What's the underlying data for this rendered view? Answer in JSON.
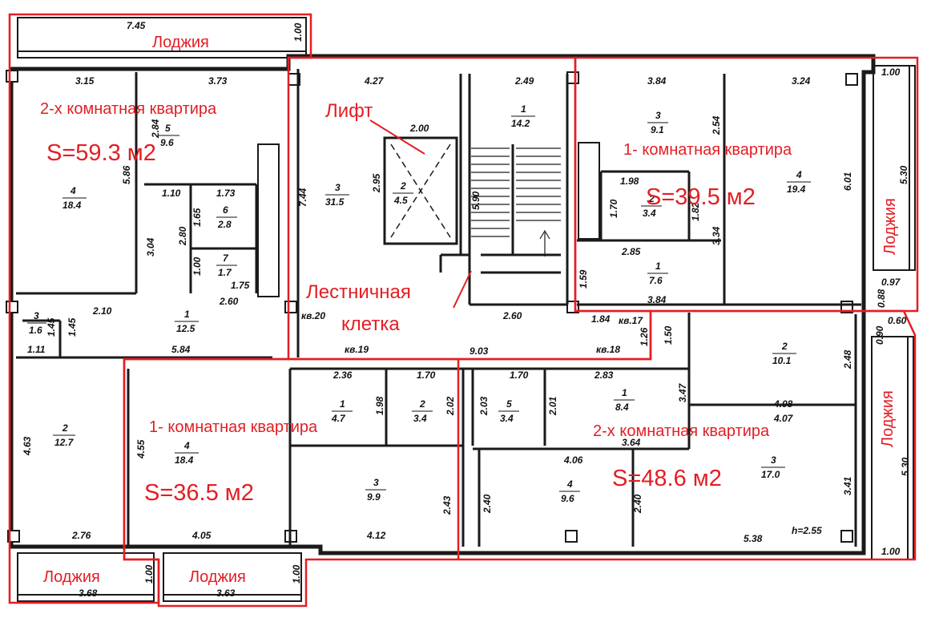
{
  "labels": {
    "apt2_nw": "2-х комнатная квартира",
    "apt1_ne": "1- комнатная квартира",
    "apt1_sw": "1- комнатная квартира",
    "apt2_se": "2-х комнатная квартира",
    "lift": "Лифт",
    "stair_1": "Лестничная",
    "stair_2": "клетка",
    "loggia": "Лоджия"
  },
  "areas": {
    "nw": "S=59.3 м2",
    "ne": "S=39.5 м2",
    "sw": "S=36.5 м2",
    "se": "S=48.6 м2"
  },
  "apartment_numbers": {
    "q17": "кв.17",
    "q18": "кв.18",
    "q19": "кв.19",
    "q20": "кв.20"
  },
  "ceiling_height": "h=2.55",
  "rooms": {
    "nw_5_n": "5",
    "nw_5_a": "9.6",
    "nw_4_n": "4",
    "nw_4_a": "18.4",
    "nw_6_n": "6",
    "nw_6_a": "2.8",
    "nw_7_n": "7",
    "nw_7_a": "1.7",
    "nw_3_n": "3",
    "nw_3_a": "1.6",
    "nw_1_n": "1",
    "nw_1_a": "12.5",
    "hall_3_n": "3",
    "hall_3_a": "31.5",
    "lift_2_n": "2",
    "lift_2_a": "4.5",
    "stair_1_n": "1",
    "stair_1_a": "14.2",
    "ne_3_n": "3",
    "ne_3_a": "9.1",
    "ne_4_n": "4",
    "ne_4_a": "19.4",
    "ne_2_n": "2",
    "ne_2_a": "3.4",
    "ne_1_n": "1",
    "ne_1_a": "7.6",
    "sw_2_n": "2",
    "sw_2_a": "12.7",
    "sw_4_n": "4",
    "sw_4_a": "18.4",
    "mid_1_n": "1",
    "mid_1_a": "4.7",
    "mid_2_n": "2",
    "mid_2_a": "3.4",
    "mid_3_n": "3",
    "mid_3_a": "9.9",
    "se_5_n": "5",
    "se_5_a": "3.4",
    "se_1_n": "1",
    "se_1_a": "8.4",
    "se_2_n": "2",
    "se_2_a": "10.1",
    "se_4_n": "4",
    "se_4_a": "9.6",
    "se_3_n": "3",
    "se_3_a": "17.0"
  },
  "dims": {
    "d745": "7.45",
    "d100a": "1.00",
    "d315": "3.15",
    "d373": "3.73",
    "d427": "4.27",
    "d249": "2.49",
    "d384a": "3.84",
    "d324": "3.24",
    "d100b": "1.00",
    "d284": "2.84",
    "d586": "5.86",
    "d110": "1.10",
    "d173": "1.73",
    "d165": "1.65",
    "d280": "2.80",
    "d304": "3.04",
    "d100c": "1.00",
    "d175": "1.75",
    "d260a": "2.60",
    "d210": "2.10",
    "d145a": "1.45",
    "d145b": "1.45",
    "d111": "1.11",
    "d584": "5.84",
    "d200": "2.00",
    "d295": "2.95",
    "d744": "7.44",
    "d590": "5.90",
    "d260b": "2.60",
    "d254": "2.54",
    "d198a": "1.98",
    "d170a": "1.70",
    "d182": "1.82",
    "d601": "6.01",
    "d530a": "5.30",
    "d334": "3.34",
    "d285": "2.85",
    "d159": "1.59",
    "d384b": "3.84",
    "d097": "0.97",
    "d088": "0.88",
    "d090": "0.90",
    "d060": "0.60",
    "d184": "1.84",
    "d903": "9.03",
    "d126": "1.26",
    "d150": "1.50",
    "d248": "2.48",
    "d236": "2.36",
    "d170b": "1.70",
    "d170c": "1.70",
    "d283": "2.83",
    "d198b": "1.98",
    "d202": "2.02",
    "d203": "2.03",
    "d201": "2.01",
    "d347": "3.47",
    "d408": "4.08",
    "d407": "4.07",
    "d364": "3.64",
    "d463": "4.63",
    "d455": "4.55",
    "d406": "4.06",
    "d243": "2.43",
    "d240a": "2.40",
    "d240b": "2.40",
    "d341": "3.41",
    "d530b": "5.30",
    "d276": "2.76",
    "d405": "4.05",
    "d412": "4.12",
    "d538": "5.38",
    "d100d": "1.00",
    "d368": "3.68",
    "d100e": "1.00",
    "d363": "3.63",
    "d100f": "1.00"
  }
}
